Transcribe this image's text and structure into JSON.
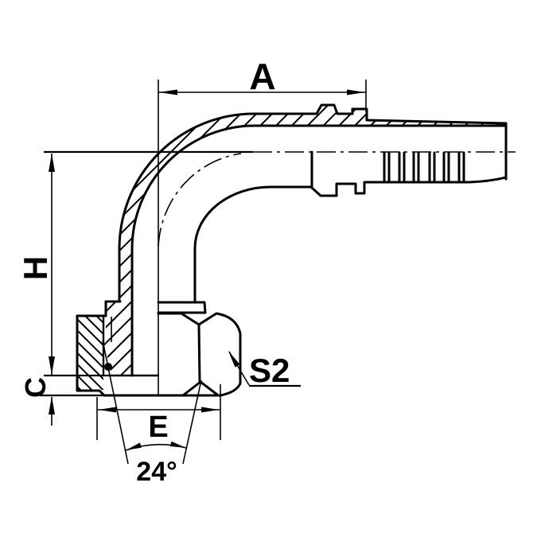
{
  "drawing": {
    "kind": "technical-drawing-90-degree-hose-fitting",
    "labels": {
      "dim_a": "A",
      "dim_h": "H",
      "dim_c": "C",
      "dim_e": "E",
      "wrench_size": "S2",
      "cone_angle": "24°"
    },
    "colors": {
      "line": "#000000",
      "background": "#ffffff"
    }
  }
}
